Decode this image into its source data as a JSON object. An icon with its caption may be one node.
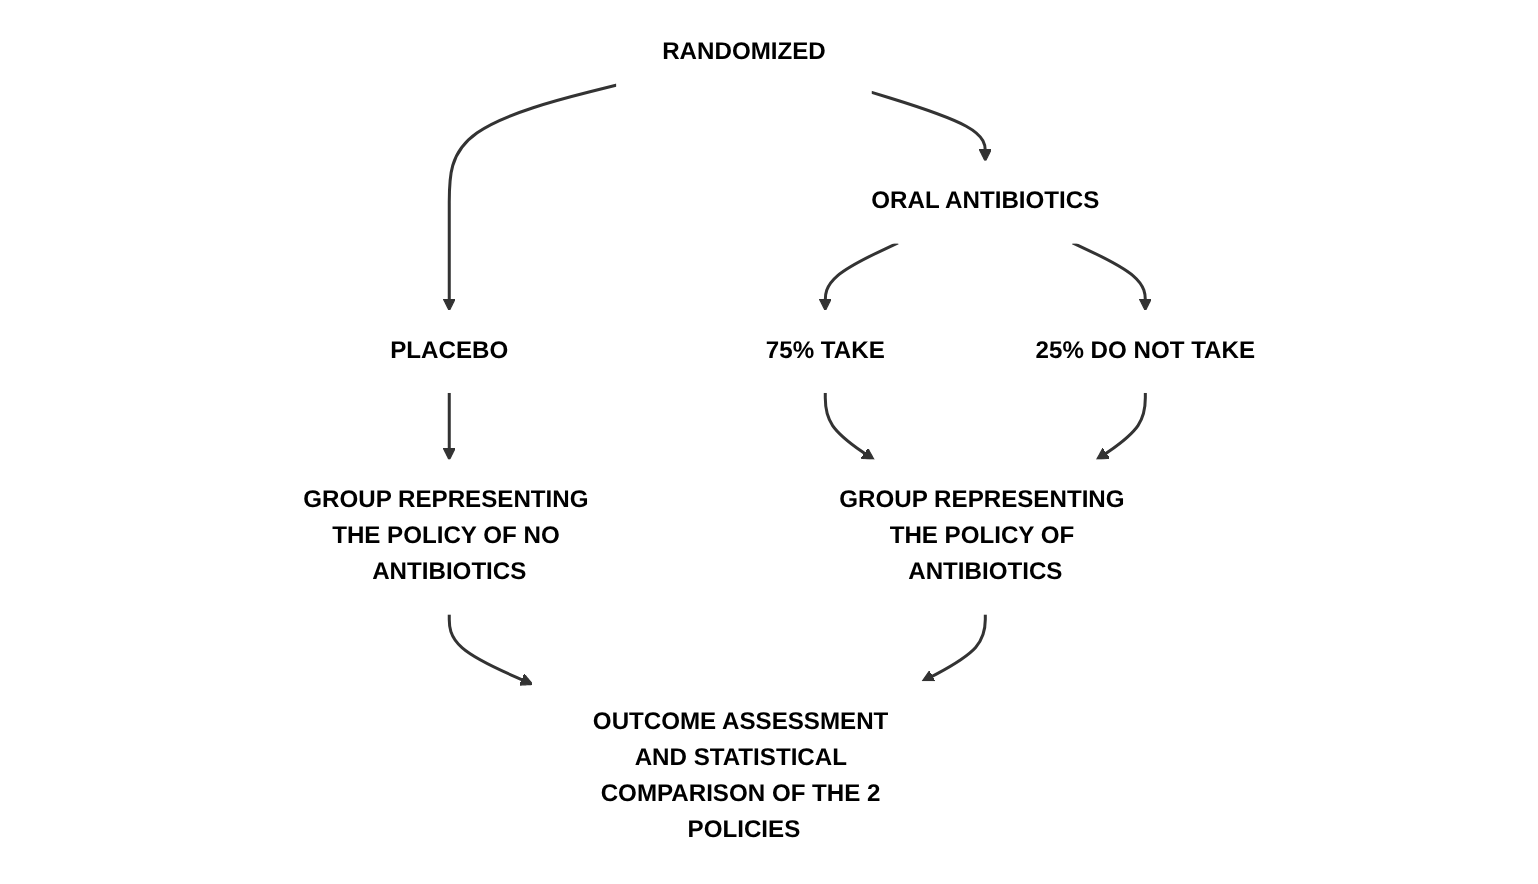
{
  "diagram": {
    "nodes": [
      {
        "text": [
          "RANDOMIZED"
        ]
      },
      {
        "text": [
          "PLACEBO"
        ]
      },
      {
        "text": [
          "ORAL ANTIBIOTICS"
        ]
      },
      {
        "text": [
          "75% TAKE"
        ]
      },
      {
        "text": [
          "25% DO NOT TAKE"
        ]
      },
      {
        "text": [
          "GROUP REPRESENTING THE POLICY OF NO ANTIBIOTICS"
        ]
      },
      {
        "text": [
          "GROUP REPRESENTING THE POLICY OF ANTIBIOTICS"
        ]
      },
      {
        "text": [
          "OUTCOME ASSESSMENT AND STATISTICAL COMPARISON OF THE 2 POLICIES"
        ]
      }
    ],
    "edges": [
      {
        "from": 0,
        "to": 1,
        "arrow": "to"
      },
      {
        "from": 0,
        "to": 2,
        "arrow": "to"
      },
      {
        "from": 1,
        "to": 5,
        "arrow": "to"
      },
      {
        "from": 2,
        "to": 3,
        "arrow": "to"
      },
      {
        "from": 2,
        "to": 4,
        "arrow": "to"
      },
      {
        "from": 3,
        "to": 6,
        "arrow": "to"
      },
      {
        "from": 4,
        "to": 6,
        "arrow": "to"
      },
      {
        "from": 5,
        "to": 7,
        "arrow": "to"
      },
      {
        "from": 6,
        "to": 7,
        "arrow": "to"
      }
    ]
  }
}
